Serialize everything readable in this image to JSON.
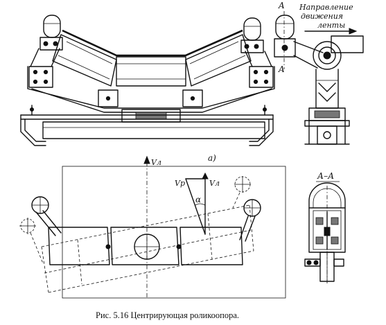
{
  "labels": {
    "section_a_top": "A",
    "section_a_bottom": "A",
    "direction_line1": "Направление",
    "direction_line2": "движения",
    "direction_line3": "ленты",
    "view_a": "а)",
    "vl_top": "Vл",
    "vp": "Vр",
    "vl_right": "Vл",
    "alpha": "α",
    "section_title": "А–А"
  },
  "caption": "Рис. 5.16 Центрирующая роликоопора."
}
